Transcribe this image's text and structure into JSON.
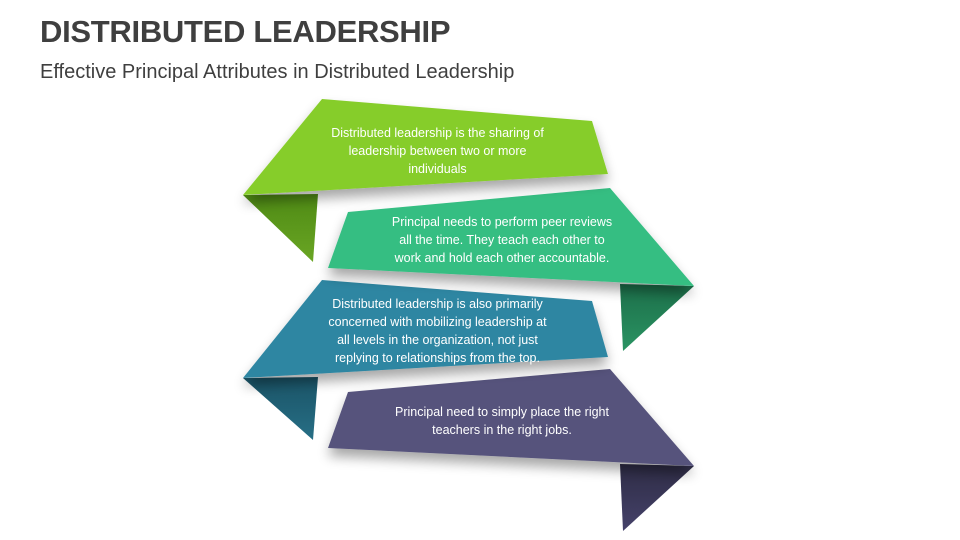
{
  "header": {
    "title": "DISTRIBUTED LEADERSHIP",
    "subtitle": "Effective Principal Attributes in Distributed Leadership"
  },
  "ribbons": [
    {
      "text": "Distributed leadership is the sharing of\nleadership between two or more\nindividuals",
      "color": "#86CD2A",
      "fold_color": "#5E9A1E",
      "fold_side": "left"
    },
    {
      "text": "Principal needs to perform peer reviews\nall the time. They teach each other to\nwork and hold each other accountable.",
      "color": "#34BE82",
      "fold_color": "#23895C",
      "fold_side": "right"
    },
    {
      "text": "Distributed leadership is also primarily\nconcerned with mobilizing leadership at\nall levels in the organization, not just\nreplying to relationships from the top.",
      "color": "#2E86A2",
      "fold_color": "#1F5F74",
      "fold_side": "left"
    },
    {
      "text": "Principal need to simply place the right\nteachers in the right jobs.",
      "color": "#56537C",
      "fold_color": "#3A3856",
      "fold_side": "right"
    }
  ]
}
